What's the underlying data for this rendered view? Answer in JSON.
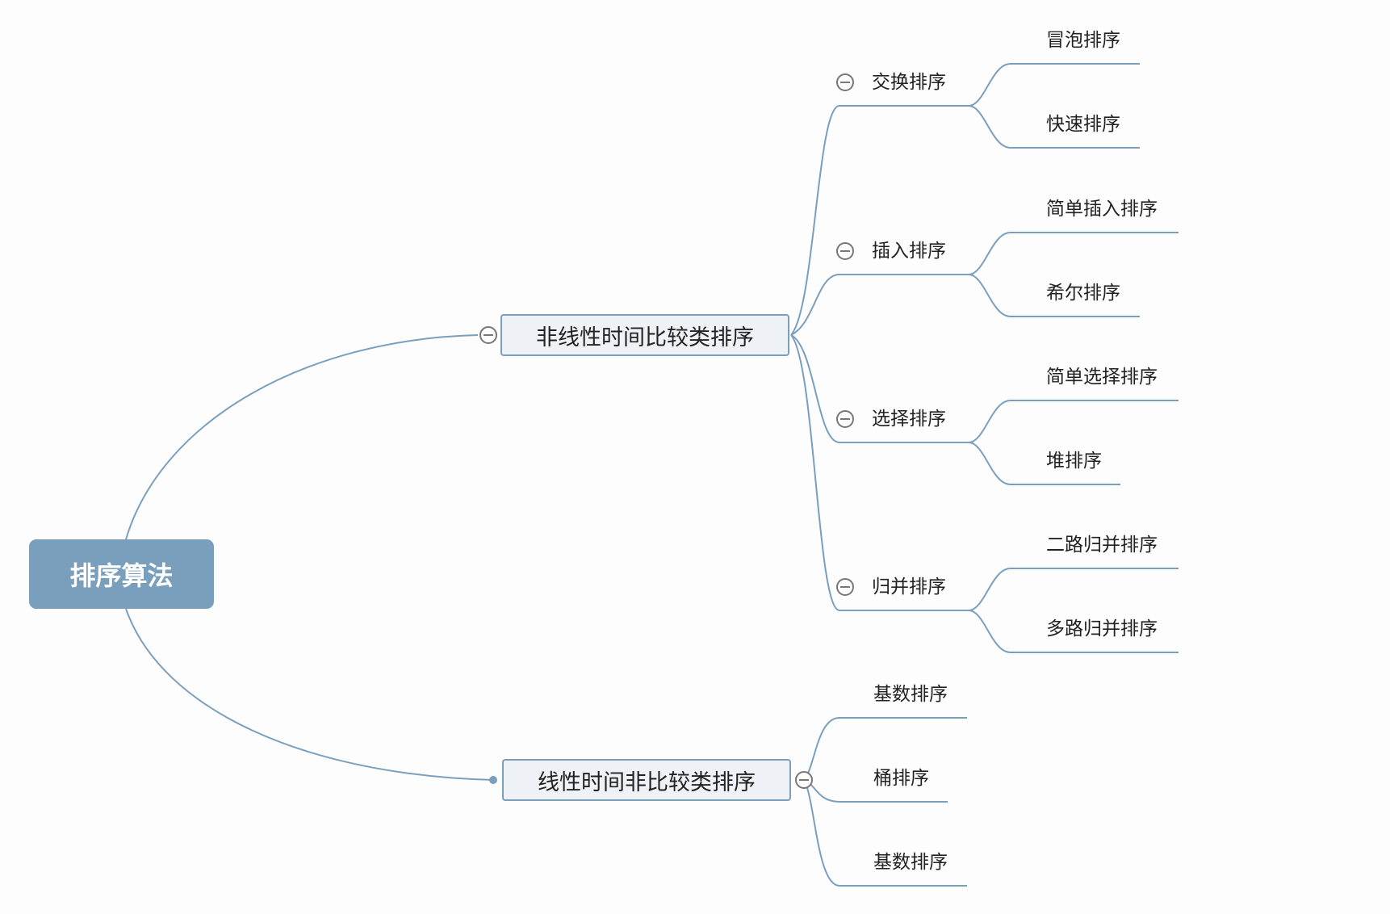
{
  "root": {
    "label": "排序算法"
  },
  "branches": [
    {
      "label": "非线性时间比较类排序",
      "children": [
        {
          "label": "交换排序",
          "children": [
            "冒泡排序",
            "快速排序"
          ]
        },
        {
          "label": "插入排序",
          "children": [
            "简单插入排序",
            "希尔排序"
          ]
        },
        {
          "label": "选择排序",
          "children": [
            "简单选择排序",
            "堆排序"
          ]
        },
        {
          "label": "归并排序",
          "children": [
            "二路归并排序",
            "多路归并排序"
          ]
        }
      ]
    },
    {
      "label": "线性时间非比较类排序",
      "children": [
        "基数排序",
        "桶排序",
        "基数排序"
      ]
    }
  ],
  "colors": {
    "line": "#7a9fbd",
    "root_fill": "#7a9fbd",
    "node_fill": "#eef2f6"
  },
  "icons": {
    "collapse": "minus-circle-icon",
    "connector": "dot-icon"
  }
}
